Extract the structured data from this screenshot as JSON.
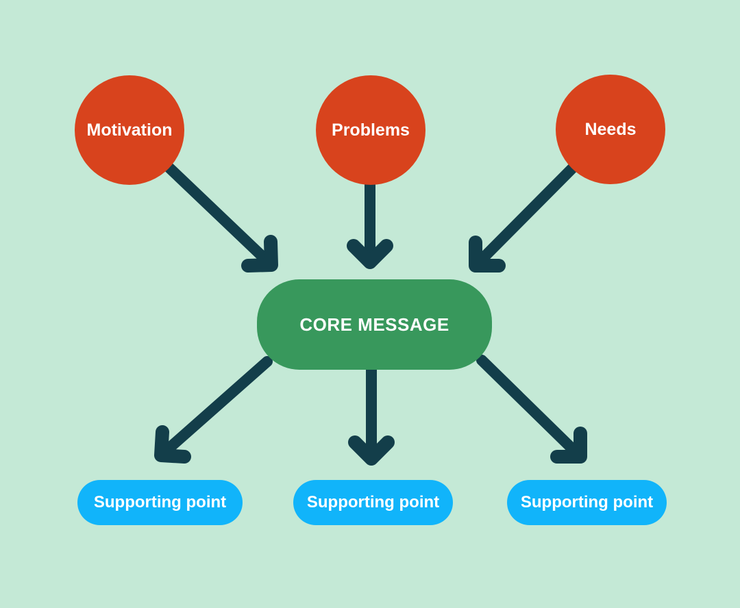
{
  "diagram": {
    "colors": {
      "background": "#c4e9d6",
      "circle_fill": "#d8431d",
      "core_fill": "#38985c",
      "pill_fill": "#11b4fa",
      "arrow": "#133e4a",
      "label_text": "#ffffff"
    },
    "sources": [
      {
        "label": "Motivation"
      },
      {
        "label": "Problems"
      },
      {
        "label": "Needs"
      }
    ],
    "core": {
      "label": "CORE MESSAGE"
    },
    "supporting": [
      {
        "label": "Supporting point"
      },
      {
        "label": "Supporting point"
      },
      {
        "label": "Supporting point"
      }
    ]
  }
}
